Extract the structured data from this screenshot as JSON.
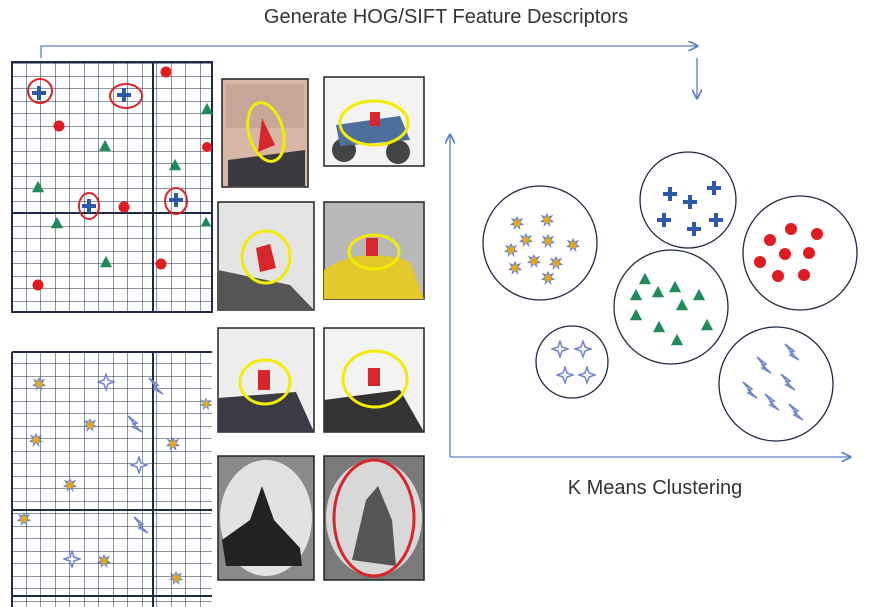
{
  "title": "Generate HOG/SIFT Feature Descriptors",
  "cluster_label": "K Means Clustering",
  "colors": {
    "arrow": "#5b7fc2",
    "grid": "#1f2a44",
    "red_marker": "#e11b22",
    "yellow_circle": "#f4ec00",
    "red_circle": "#d8262a",
    "plus": "#2e58a8",
    "triangle": "#1f8a5a",
    "star": "#8aa0d8",
    "blob": "#e0a820"
  },
  "icons": [
    "plus-marker-icon",
    "triangle-marker-icon",
    "red-dot-marker-icon",
    "blob-marker-icon",
    "star-marker-icon",
    "lightning-marker-icon",
    "motorbike-image-icon"
  ],
  "clusters": [
    {
      "name": "cluster-blob"
    },
    {
      "name": "cluster-plus"
    },
    {
      "name": "cluster-red-dot"
    },
    {
      "name": "cluster-triangle"
    },
    {
      "name": "cluster-star"
    },
    {
      "name": "cluster-lightning"
    }
  ]
}
